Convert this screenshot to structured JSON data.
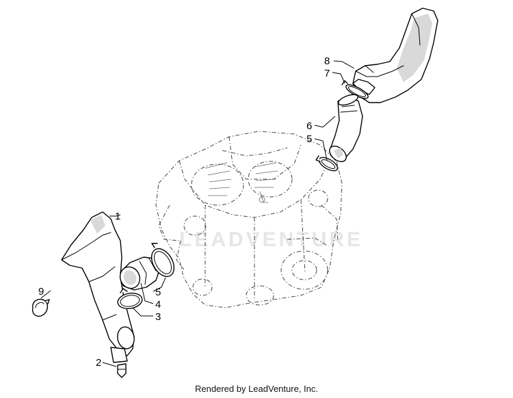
{
  "callouts": [
    {
      "label": "1"
    },
    {
      "label": "2"
    },
    {
      "label": "3"
    },
    {
      "label": "4"
    },
    {
      "label": "5"
    },
    {
      "label": "5"
    },
    {
      "label": "6"
    },
    {
      "label": "7"
    },
    {
      "label": "8"
    },
    {
      "label": "9"
    }
  ],
  "watermark": "LEADVENTURE",
  "footer": "Rendered by LeadVenture, Inc."
}
